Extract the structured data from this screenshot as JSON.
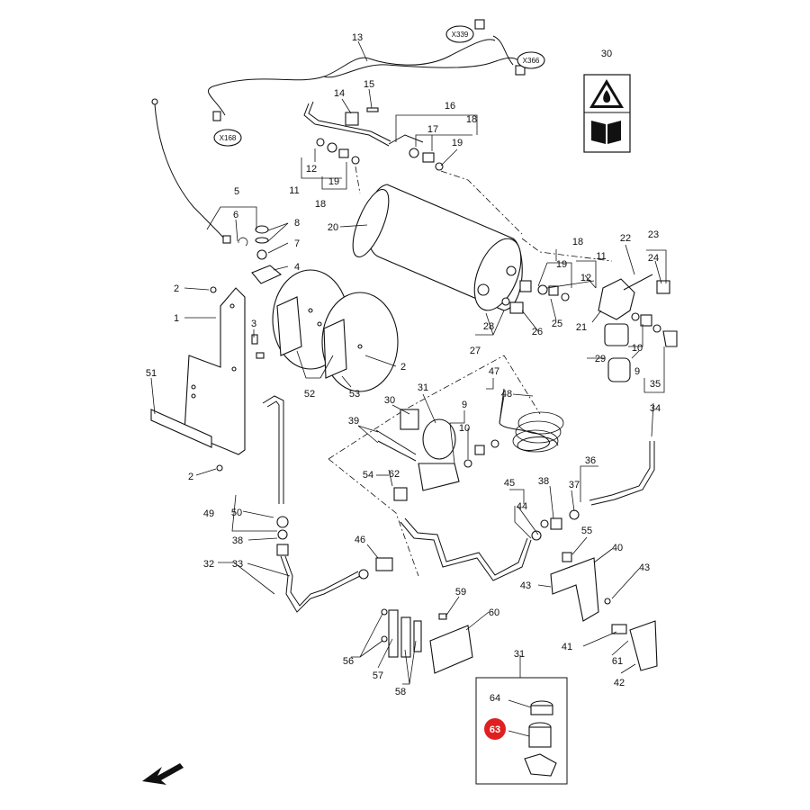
{
  "diagram": {
    "labels": {
      "n13": "13",
      "n14": "14",
      "n15": "15",
      "n16": "16",
      "n17": "17",
      "n18a": "18",
      "n19a": "19",
      "n12a": "12",
      "n11a": "11",
      "n19b": "19",
      "n18b": "18",
      "n20": "20",
      "n5": "5",
      "n6": "6",
      "n8": "8",
      "n7": "7",
      "n4": "4",
      "n2a": "2",
      "n1": "1",
      "n3": "3",
      "n51": "51",
      "n2b": "2",
      "n52": "52",
      "n53": "53",
      "n2c": "2",
      "n30a": "30",
      "n18c": "18",
      "n19c": "19",
      "n11b": "11",
      "n12b": "12",
      "n25": "25",
      "n26": "26",
      "n28": "28",
      "n27": "27",
      "n22": "22",
      "n23": "23",
      "n24": "24",
      "n21": "21",
      "n10a": "10",
      "n9a": "9",
      "n29": "29",
      "n35": "35",
      "n34": "34",
      "n31a": "31",
      "n30b": "30",
      "n39": "39",
      "n9b": "9",
      "n10b": "10",
      "n47": "47",
      "n48": "48",
      "n54": "54",
      "n62": "62",
      "n36": "36",
      "n38a": "38",
      "n37": "37",
      "n45": "45",
      "n44": "44",
      "n49": "49",
      "n50": "50",
      "n38b": "38",
      "n32": "32",
      "n33": "33",
      "n46": "46",
      "n55": "55",
      "n40": "40",
      "n43a": "43",
      "n43b": "43",
      "n59": "59",
      "n60": "60",
      "n56": "56",
      "n57": "57",
      "n58": "58",
      "n41": "41",
      "n61": "61",
      "n42": "42",
      "n31b": "31",
      "n64": "64",
      "n63": "63"
    },
    "connector_tags": {
      "x339": "X339",
      "x366": "X366",
      "x168": "X168"
    },
    "colors": {
      "highlight": "#e02020",
      "ink": "#111111"
    },
    "icons": [
      "fire-warning-icon",
      "manual-book-icon",
      "direction-arrow-icon"
    ]
  }
}
